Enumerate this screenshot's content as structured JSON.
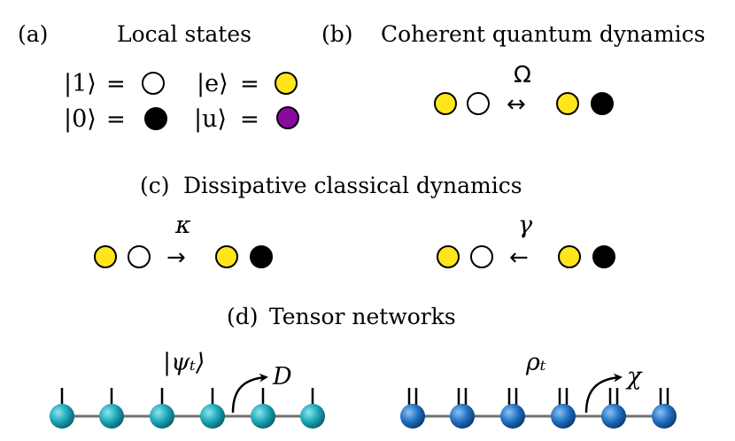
{
  "panels": {
    "a": {
      "tag": "(a)",
      "title": "Local states",
      "states": [
        {
          "ket": "|1⟩",
          "color": "#ffffff"
        },
        {
          "ket": "|e⟩",
          "color": "#ffe51c"
        },
        {
          "ket": "|0⟩",
          "color": "#000000"
        },
        {
          "ket": "|u⟩",
          "color": "#8a0aa0"
        }
      ],
      "equals": "="
    },
    "b": {
      "tag": "(b)",
      "title": "Coherent quantum dynamics",
      "rate": "Ω",
      "arrow": "↔"
    },
    "c": {
      "tag": "(c)",
      "title": "Dissipative classical dynamics",
      "left_rate": "κ",
      "left_arrow": "→",
      "right_rate": "γ",
      "right_arrow": "←"
    },
    "d": {
      "tag": "(d)",
      "title": "Tensor networks",
      "left_state": "|ψₜ⟩",
      "left_bond": "D",
      "right_state": "ρₜ",
      "right_bond": "χ",
      "left_node_color": "#1aa6b7",
      "right_node_color": "#1f6fc0"
    }
  },
  "colors": {
    "empty": "#ffffff",
    "excited": "#ffe51c",
    "ground": "#000000",
    "chain_line": "#707070"
  }
}
